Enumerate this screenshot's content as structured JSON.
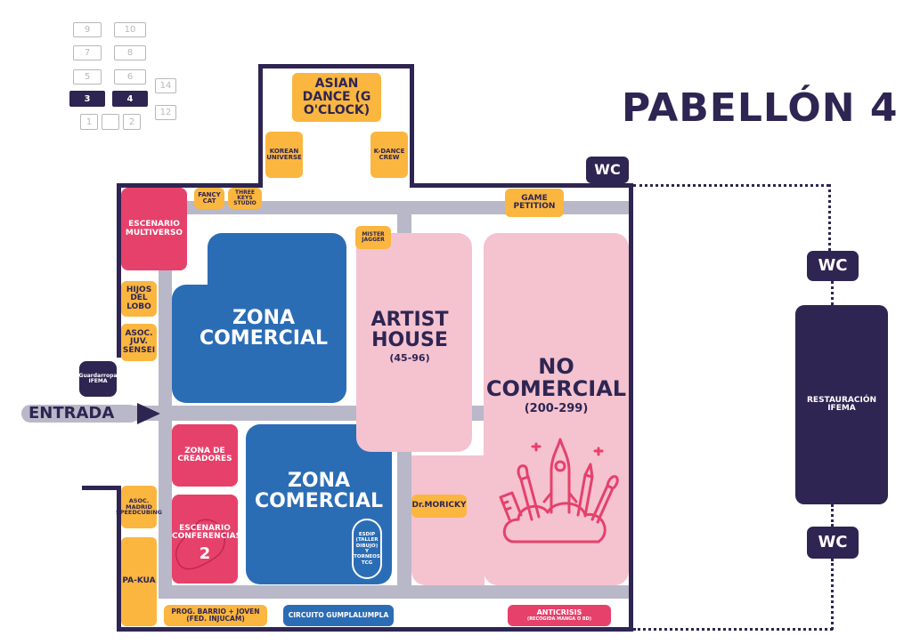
{
  "colors": {
    "navy": "#2e2552",
    "orange": "#fbb63f",
    "red": "#e6416b",
    "blue": "#2b6db5",
    "pink": "#f5c2d0"
  },
  "title": "PABELLÓN 4",
  "minimap": [
    "9",
    "10",
    "7",
    "8",
    "5",
    "6",
    "3",
    "4",
    "14",
    "12",
    "1",
    "2"
  ],
  "wc": [
    "WC",
    "WC",
    "WC"
  ],
  "entrance": "ENTRADA",
  "restauracion": "RESTAURACIÓN IFEMA",
  "guardarropa": "Guardarropa IFEMA",
  "zones": {
    "asian_dance": "ASIAN DANCE (G O'CLOCK)",
    "korean_universe": "KOREAN UNIVERSE",
    "kdance_crew": "K-DANCE CREW",
    "fancy_cat": "FANCY CAT",
    "three_keys": "THREE KEYS STUDIO",
    "game_petition": "GAME PETITION",
    "escenario_multiverso": "ESCENARIO MULTIVERSO",
    "mister_jagger": "MISTER JAGGER",
    "hijos_del_lobo": "HIJOS DEL LOBO",
    "asoc_juv_sensei": "ASOC. JUV. SENSEI",
    "zona_comercial_1": "ZONA COMERCIAL",
    "artist_house": "ARTIST HOUSE",
    "artist_house_range": "(45-96)",
    "no_comercial": "NO COMERCIAL",
    "no_comercial_range": "(200-299)",
    "zona_creadores": "ZONA DE CREADORES",
    "zona_comercial_2": "ZONA COMERCIAL",
    "escenario_conferencias": "ESCENARIO CONFERENCIAS",
    "escenario_conferencias_num": "2",
    "dr_moricky": "Dr.MORICKY",
    "esdip": "ESDIP (TALLER DIBUJO) Y TORNEOS TCG",
    "asoc_madrid_speedcubing": "ASOC. MADRID SPEEDCUBING",
    "pa_kua": "PA-KUA",
    "prog_barrio_joven": "PROG. BARRIO + JOVEN (FED. INJUCAM)",
    "circuito_gumplalumpla": "CIRCUITO GUMPLALUMPLA",
    "anticrisis": "ANTICRISIS",
    "anticrisis_sub": "(RECOGIDA MANGA O BD)"
  }
}
